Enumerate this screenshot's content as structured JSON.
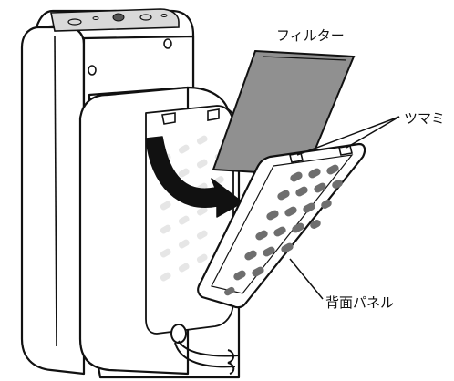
{
  "labels": {
    "filter": "フィルター",
    "knob": "ツマミ",
    "back_panel": "背面パネル"
  },
  "colors": {
    "outline": "#111111",
    "filter_fill": "#909090",
    "grille_slot_panel": "#6e6e6e",
    "grille_slot_body": "#e6e6e6",
    "top_panel": "#d9d9d9",
    "arrow": "#111111"
  }
}
